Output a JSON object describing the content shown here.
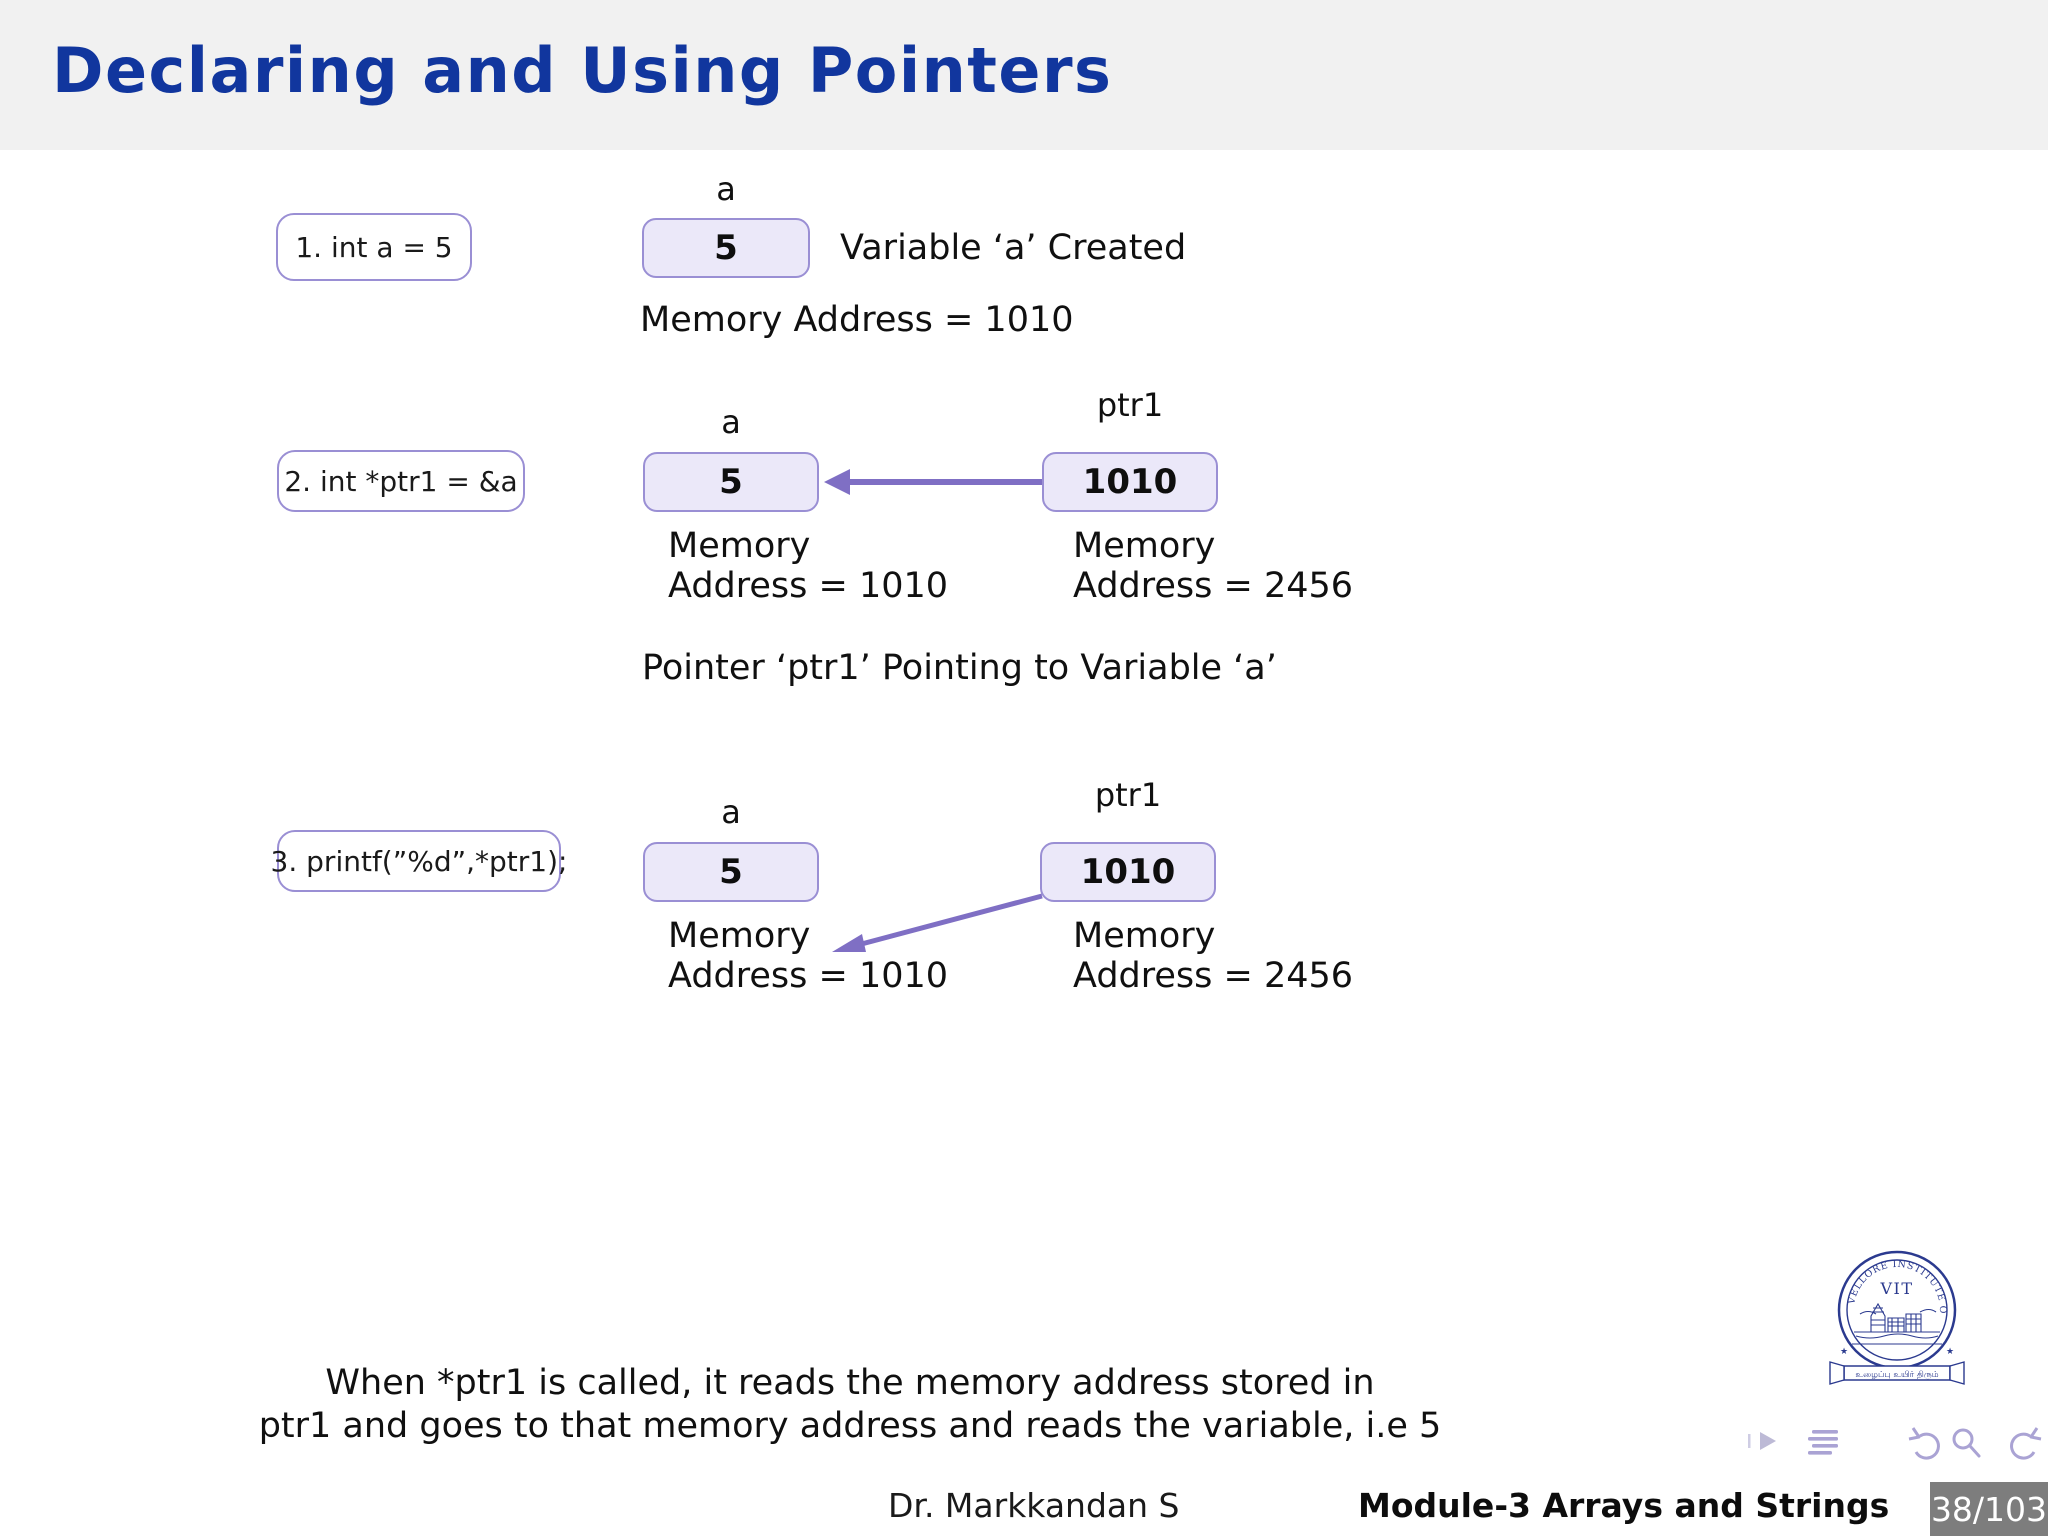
{
  "header": {
    "title": "Declaring and Using Pointers",
    "title_color": "#11369e",
    "band_color": "#f1f1f1"
  },
  "theme": {
    "box_border": "#9a8fd4",
    "box_fill": "#ebe8f9",
    "arrow_color": "#7f6fc4",
    "page_badge_bg": "#7d7d7d"
  },
  "steps": [
    {
      "code": "1. int a = 5",
      "var_label": "a",
      "var_value": "5",
      "note": "Variable ‘a’ Created",
      "memory_line": "Memory Address = 1010"
    },
    {
      "code": "2. int *ptr1 = &a",
      "var_label": "a",
      "var_value": "5",
      "ptr_label": "ptr1",
      "ptr_value": "1010",
      "var_mem_line1": "Memory",
      "var_mem_line2": "Address = 1010",
      "ptr_mem_line1": "Memory",
      "ptr_mem_line2": "Address = 2456",
      "caption": "Pointer ‘ptr1’ Pointing to Variable ‘a’",
      "arrow": "left-arrow-ptr-to-var"
    },
    {
      "code": "3. printf(”%d”,*ptr1);",
      "var_label": "a",
      "var_value": "5",
      "ptr_label": "ptr1",
      "ptr_value": "1010",
      "var_mem_line1": "Memory",
      "var_mem_line2": "Address = 1010",
      "ptr_mem_line1": "Memory",
      "ptr_mem_line2": "Address = 2456",
      "arrow": "diagonal-arrow-ptr-to-address"
    }
  ],
  "explanation": {
    "line1": "When *ptr1 is called, it reads the memory address stored in",
    "line2": "ptr1 and goes to that memory address and reads the variable, i.e 5"
  },
  "logo": {
    "name": "vit-logo",
    "center_text": "VIT",
    "ring_text": "VELLORE INSTITUTE OF TECHNOLOGY"
  },
  "navigation": {
    "icons": [
      "play-forward-icon",
      "outline-lines-icon",
      "undo-icon",
      "search-icon",
      "redo-icon"
    ]
  },
  "footer": {
    "author": "Dr.  Markkandan  S",
    "module": "Module-3   Arrays and Strings",
    "page": "38/103"
  }
}
